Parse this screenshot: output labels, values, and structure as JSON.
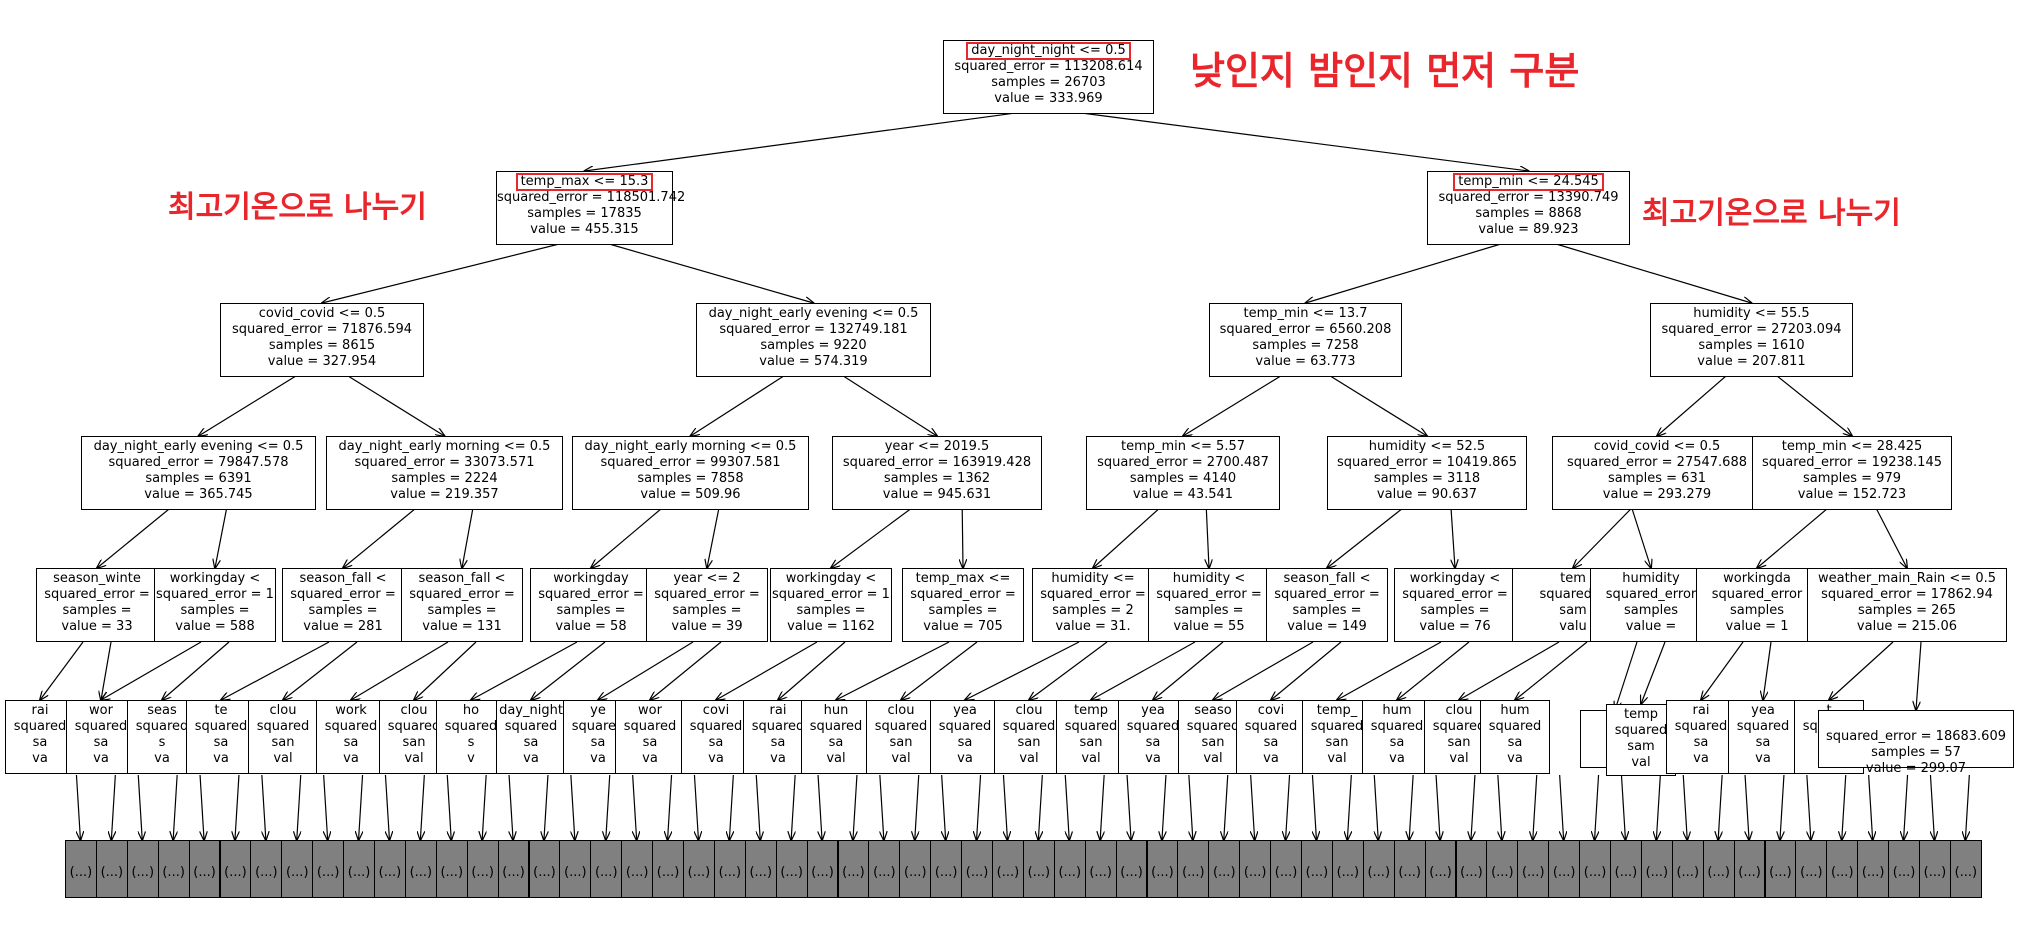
{
  "colors": {
    "annotation": "#e8262b",
    "leaf_fill": "#808080",
    "node_fill": "#ffffff",
    "edge": "#000000"
  },
  "annotations": {
    "root_note": "낮인지 밤인지 먼저 구분",
    "left_note": "최고기온으로 나누기",
    "right_note": "최고기온으로 나누기"
  },
  "leaf_label": "(...)",
  "nodes": {
    "root": [
      "day_night_night <= 0.5",
      "squared_error = 113208.614",
      "samples = 26703",
      "value = 333.969"
    ],
    "n1": [
      "temp_max <= 15.3",
      "squared_error = 118501.742",
      "samples = 17835",
      "value = 455.315"
    ],
    "n2": [
      "temp_min <= 24.545",
      "squared_error = 13390.749",
      "samples = 8868",
      "value = 89.923"
    ],
    "n3": [
      "covid_covid <= 0.5",
      "squared_error = 71876.594",
      "samples = 8615",
      "value = 327.954"
    ],
    "n4": [
      "day_night_early evening <= 0.5",
      "squared_error = 132749.181",
      "samples = 9220",
      "value = 574.319"
    ],
    "n5": [
      "temp_min <= 13.7",
      "squared_error = 6560.208",
      "samples = 7258",
      "value = 63.773"
    ],
    "n6": [
      "humidity <= 55.5",
      "squared_error = 27203.094",
      "samples = 1610",
      "value = 207.811"
    ],
    "n7": [
      "day_night_early evening <= 0.5",
      "squared_error = 79847.578",
      "samples = 6391",
      "value = 365.745"
    ],
    "n8": [
      "day_night_early morning <= 0.5",
      "squared_error = 33073.571",
      "samples = 2224",
      "value = 219.357"
    ],
    "n9": [
      "day_night_early morning <= 0.5",
      "squared_error = 99307.581",
      "samples = 7858",
      "value = 509.96"
    ],
    "n10": [
      "year <= 2019.5",
      "squared_error = 163919.428",
      "samples = 1362",
      "value = 945.631"
    ],
    "n11": [
      "temp_min <= 5.57",
      "squared_error = 2700.487",
      "samples = 4140",
      "value = 43.541"
    ],
    "n12": [
      "humidity <= 52.5",
      "squared_error = 10419.865",
      "samples = 3118",
      "value = 90.637"
    ],
    "n13": [
      "covid_covid <= 0.5",
      "squared_error = 27547.688",
      "samples = 631",
      "value = 293.279"
    ],
    "n14": [
      "temp_min <= 28.425",
      "squared_error = 19238.145",
      "samples = 979",
      "value = 152.723"
    ],
    "d4_0": [
      "season_winte",
      "squared_error = ",
      "samples = ",
      "value = 33"
    ],
    "d4_1": [
      "workingday <",
      "squared_error = 1",
      "samples = ",
      "value = 588"
    ],
    "d4_2": [
      "season_fall <",
      "squared_error = ",
      "samples = ",
      "value = 281"
    ],
    "d4_3": [
      "season_fall <",
      "squared_error = ",
      "samples = ",
      "value = 131"
    ],
    "d4_4": [
      "workingday",
      "squared_error = ",
      "samples = ",
      "value = 58"
    ],
    "d4_5": [
      "year <= 2",
      "squared_error = ",
      "samples = ",
      "value = 39"
    ],
    "d4_6": [
      "workingday <",
      "squared_error = 1",
      "samples = ",
      "value = 1162"
    ],
    "d4_7": [
      "temp_max <=",
      "squared_error = ",
      "samples = ",
      "value = 705"
    ],
    "d4_8": [
      "humidity <=",
      "squared_error = ",
      "samples = 2",
      "value = 31."
    ],
    "d4_9": [
      "humidity <",
      "squared_error = ",
      "samples = ",
      "value = 55"
    ],
    "d4_10": [
      "season_fall <",
      "squared_error = ",
      "samples = ",
      "value = 149"
    ],
    "d4_11": [
      "workingday <",
      "squared_error = ",
      "samples = ",
      "value = 76"
    ],
    "d4_12": [
      "tem",
      "squared_e",
      "sam",
      "valu"
    ],
    "d4_13": [
      "humidity",
      "squared_error",
      "samples",
      "value ="
    ],
    "d4_14": [
      "workingda",
      "squared_error",
      "samples",
      "value = 1"
    ],
    "d4_15": [
      "weather_main_Rain <= 0.5",
      "squared_error = 17862.94",
      "samples = 265",
      "value = 215.06"
    ],
    "d5_0": [
      "rai",
      "squared",
      "sa",
      "va"
    ],
    "d5_1": [
      "wor",
      "squared",
      "sa",
      "va"
    ],
    "d5_2": [
      "seas",
      "squared",
      "s",
      "va"
    ],
    "d5_3": [
      "te",
      "squared",
      "sa",
      "va"
    ],
    "d5_4": [
      "clou",
      "squared",
      "san",
      "val"
    ],
    "d5_5": [
      "work",
      "squared",
      "sa",
      "va"
    ],
    "d5_6": [
      "clou",
      "squared",
      "san",
      "val"
    ],
    "d5_7": [
      "ho",
      "squared",
      "s",
      "v"
    ],
    "d5_8": [
      "day_night",
      "squared",
      "sa",
      "va"
    ],
    "d5_9": [
      "ye",
      "squared",
      "sa",
      "va"
    ],
    "d5_10": [
      "wor",
      "squared",
      "sa",
      "va"
    ],
    "d5_11": [
      "covi",
      "squared",
      "sa",
      "va"
    ],
    "d5_12": [
      "rai",
      "squared",
      "sa",
      "va"
    ],
    "d5_13": [
      "hun",
      "squared",
      "sa",
      "val"
    ],
    "d5_14": [
      "clou",
      "squared",
      "san",
      "val"
    ],
    "d5_15": [
      "yea",
      "squared",
      "sa",
      "va"
    ],
    "d5_16": [
      "clou",
      "squared",
      "san",
      "val"
    ],
    "d5_17": [
      "temp",
      "squared",
      "san",
      "val"
    ],
    "d5_18": [
      "yea",
      "squared",
      "sa",
      "va"
    ],
    "d5_19": [
      "seaso",
      "squared",
      "san",
      "val"
    ],
    "d5_20": [
      "covi",
      "squared",
      "sa",
      "va"
    ],
    "d5_21": [
      "temp_",
      "squared",
      "san",
      "val"
    ],
    "d5_22": [
      "hum",
      "squared",
      "sa",
      "va"
    ],
    "d5_23": [
      "clou",
      "squared",
      "san",
      "val"
    ],
    "d5_24": [
      "hum",
      "squared",
      "sa",
      "va"
    ],
    "d5_25": [
      "sq",
      "",
      "",
      ""
    ],
    "d5_26": [
      "temp",
      "squared",
      "sam",
      "val"
    ],
    "d5_27": [
      "rai",
      "squared",
      "sa",
      "va"
    ],
    "d5_28": [
      "yea",
      "squared",
      "sa",
      "va"
    ],
    "d5_29": [
      "t",
      "squared",
      "sa",
      "va"
    ],
    "d5_30": [
      "",
      "squared_error = 18683.609",
      "samples = 57",
      "value = 299.07"
    ]
  }
}
